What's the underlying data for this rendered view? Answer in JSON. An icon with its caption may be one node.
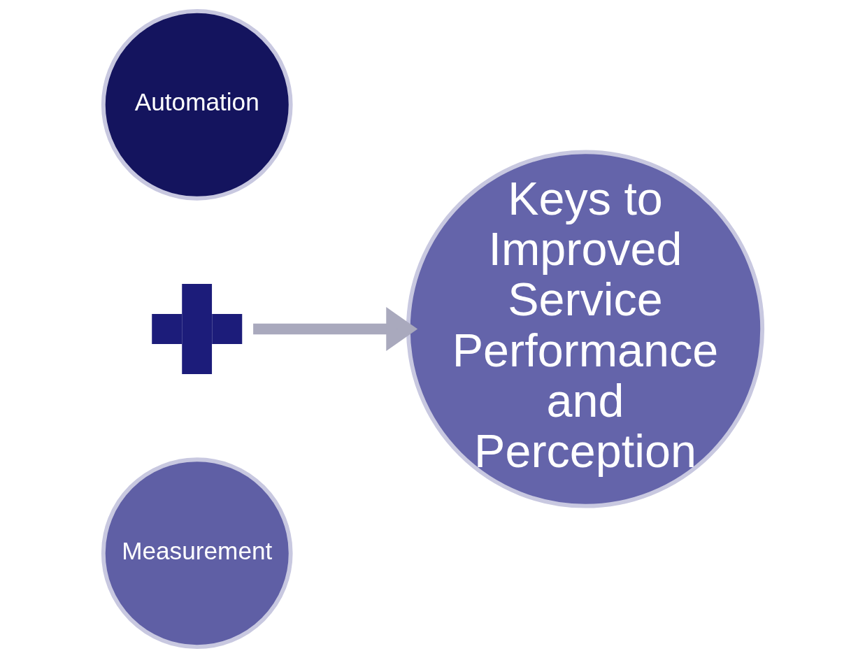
{
  "diagram": {
    "nodes": [
      {
        "text": [
          "Automation"
        ]
      },
      {
        "text": [],
        "shape": "plus"
      },
      {
        "text": [
          "Measurement"
        ]
      },
      {
        "text": [
          "Keys to Improved Service Performance and Perception"
        ]
      }
    ],
    "edges": [
      {
        "from": 1,
        "to": 3,
        "arrow": "to"
      }
    ]
  }
}
